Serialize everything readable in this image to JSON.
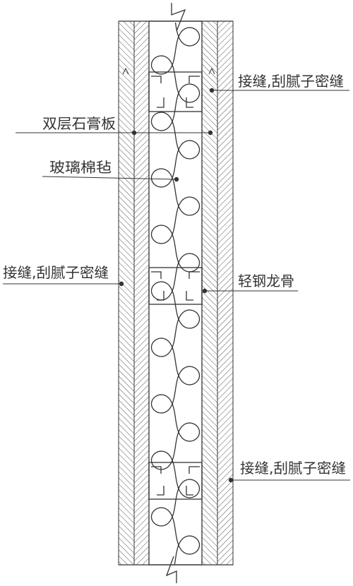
{
  "labels": {
    "joint_top_right": "接缝,刮腻子密缝",
    "double_gypsum_board": "双层石膏板",
    "glass_wool_felt": "玻璃棉毡",
    "joint_left": "接缝,刮腻子密缝",
    "light_steel_stud": "轻钢龙骨",
    "joint_bottom_right": "接缝,刮腻子密缝"
  },
  "colors": {
    "ink": "#333333",
    "hatch": "#555555",
    "background": "#ffffff"
  }
}
